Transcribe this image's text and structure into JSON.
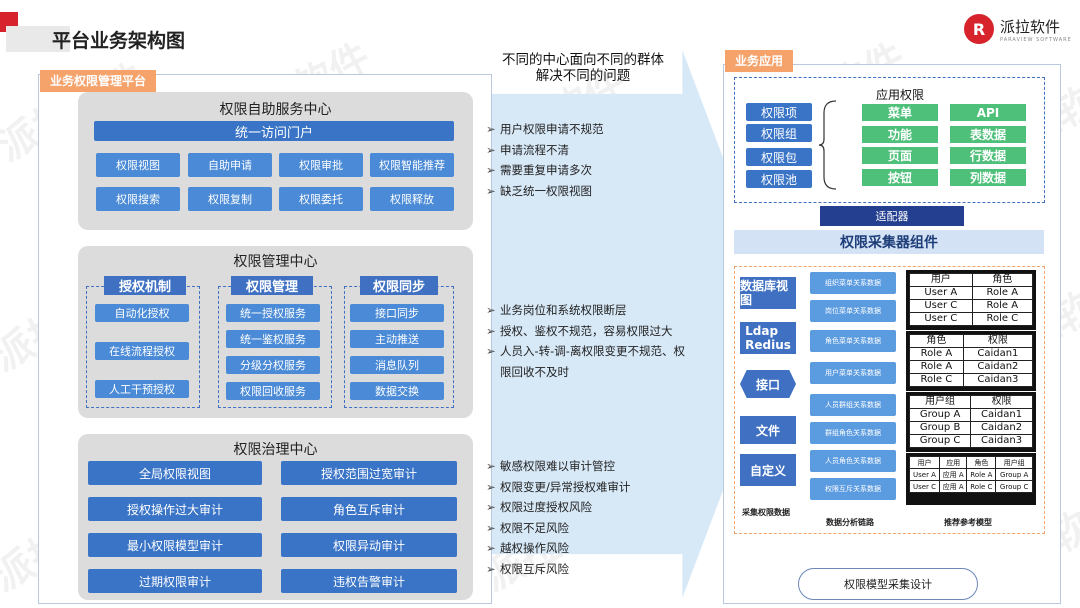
{
  "page_title": "平台业务架构图",
  "logo": {
    "mark": "R",
    "name": "派拉软件",
    "sub": "PARAVIEW SOFTWARE"
  },
  "watermark": "派拉软件",
  "left": {
    "tag": "业务权限管理平台",
    "self_service": {
      "title": "权限自助服务中心",
      "portal": "统一访问门户",
      "row1": [
        "权限视图",
        "自助申请",
        "权限审批",
        "权限智能推荐"
      ],
      "row2": [
        "权限搜索",
        "权限复制",
        "权限委托",
        "权限释放"
      ]
    },
    "management": {
      "title": "权限管理中心",
      "groups": [
        {
          "header": "授权机制",
          "items": [
            "自动化授权",
            "在线流程授权",
            "人工干预授权"
          ]
        },
        {
          "header": "权限管理",
          "items": [
            "统一授权服务",
            "统一鉴权服务",
            "分级分权服务",
            "权限回收服务"
          ]
        },
        {
          "header": "权限同步",
          "items": [
            "接口同步",
            "主动推送",
            "消息队列",
            "数据交换"
          ]
        }
      ]
    },
    "governance": {
      "title": "权限治理中心",
      "items": [
        "全局权限视图",
        "授权范围过宽审计",
        "授权操作过大审计",
        "角色互斥审计",
        "最小权限模型审计",
        "权限异动审计",
        "过期权限审计",
        "违权告警审计"
      ]
    }
  },
  "middle": {
    "question": "不同的中心面向不同的群体\n解决不同的问题",
    "list1": [
      "用户权限申请不规范",
      "申请流程不清",
      "需要重复申请多次",
      "缺乏统一权限视图"
    ],
    "list2": [
      "业务岗位和系统权限断层",
      "授权、鉴权不规范，容易权限过大",
      "人员入-转-调-离权限变更不规范、权限回收不及时"
    ],
    "list3": [
      "敏感权限难以审计管控",
      "权限变更/异常授权难审计",
      "权限过度授权风险",
      "权限不足风险",
      "越权操作风险",
      "权限互斥风险"
    ]
  },
  "right": {
    "tag": "业务应用",
    "perm_items": [
      "权限项",
      "权限组",
      "权限包",
      "权限池"
    ],
    "app_perm_title": "应用权限",
    "green": [
      "菜单",
      "API",
      "功能",
      "表数据",
      "页面",
      "行数据",
      "按钮",
      "列数据"
    ],
    "adapter": "适配器",
    "collector": "权限采集器组件",
    "sources": [
      "数据库视图",
      "Ldap\nRedius",
      "接口",
      "文件",
      "自定义"
    ],
    "links": [
      "组织菜单关系数据",
      "岗位菜单关系数据",
      "角色菜单关系数据",
      "用户菜单关系数据",
      "人员群组关系数据",
      "群组角色关系数据",
      "人员角色关系数据",
      "权限互斥关系数据"
    ],
    "t1": {
      "head": [
        "用户",
        "角色"
      ],
      "rows": [
        [
          "User A",
          "Role A"
        ],
        [
          "User C",
          "Role A"
        ],
        [
          "User C",
          "Role C"
        ]
      ]
    },
    "t2": {
      "head": [
        "角色",
        "权限"
      ],
      "rows": [
        [
          "Role A",
          "Caidan1"
        ],
        [
          "Role A",
          "Caidan2"
        ],
        [
          "Role C",
          "Caidan3"
        ]
      ]
    },
    "t3": {
      "head": [
        "用户组",
        "权限"
      ],
      "rows": [
        [
          "Group A",
          "Caidan1"
        ],
        [
          "Group B",
          "Caidan2"
        ],
        [
          "Group C",
          "Caidan3"
        ]
      ]
    },
    "t4": {
      "head": [
        "用户",
        "应用",
        "角色",
        "用户组"
      ],
      "rows": [
        [
          "User A",
          "应用 A",
          "Role A",
          "Group A"
        ],
        [
          "User C",
          "应用 A",
          "Role C",
          "Group C"
        ]
      ]
    },
    "cap1": "采集权限数据",
    "cap2": "数据分析链路",
    "cap3": "推荐参考模型",
    "bottom": "权限模型采集设计"
  }
}
